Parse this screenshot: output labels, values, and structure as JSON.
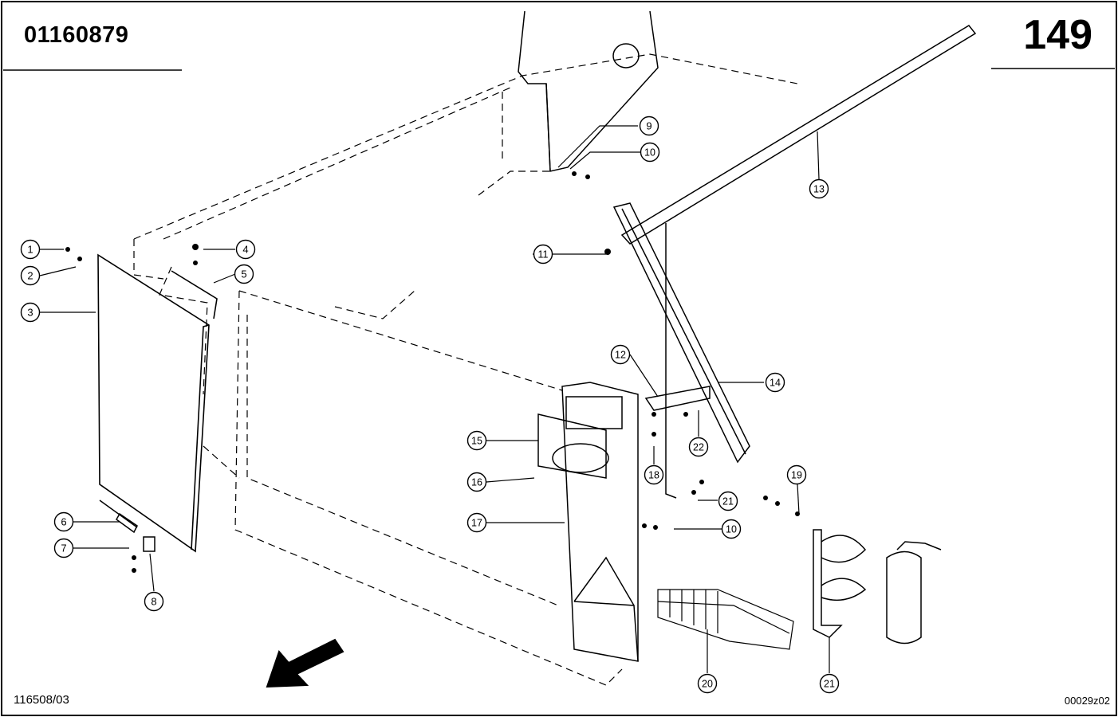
{
  "header": {
    "doc_number": "01160879",
    "page_number": "149"
  },
  "footer": {
    "left_code": "116508/03",
    "right_code": "00029z02"
  },
  "callouts": [
    "1",
    "2",
    "3",
    "4",
    "5",
    "6",
    "7",
    "8",
    "9",
    "10",
    "11",
    "12",
    "13",
    "14",
    "15",
    "16",
    "17",
    "18",
    "19",
    "20",
    "21",
    "22"
  ]
}
